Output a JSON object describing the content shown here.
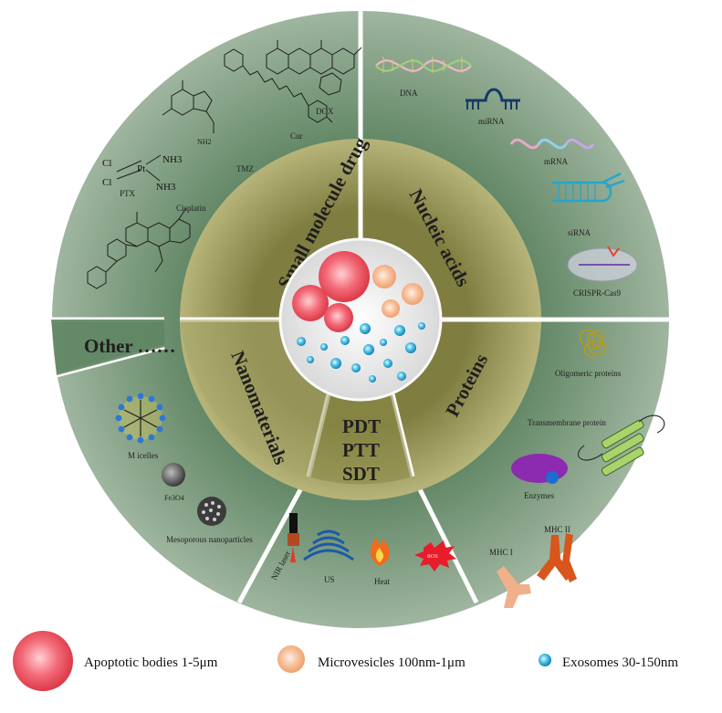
{
  "categories": {
    "small_molecule": "Small molecule drug",
    "nucleic_acids": "Nucleic acids",
    "proteins": "Proteins",
    "nanomaterials": "Nanomaterials",
    "other": "Other ……",
    "center_lines": [
      "PDT",
      "PTT",
      "SDT"
    ]
  },
  "small_molecule_items": {
    "dox": "DOX",
    "cur": "Cur",
    "tmz": "TMZ",
    "cisplatin": "Cisplatin",
    "ptx": "PTX",
    "pt": "Pt",
    "cl1": "Cl",
    "cl2": "Cl",
    "nh3a": "NH3",
    "nh3b": "NH3",
    "nh2": "NH2"
  },
  "nucleic_items": {
    "dna": "DNA",
    "mirna": "miRNA",
    "mrna": "mRNA",
    "sirna": "siRNA",
    "crispr": "CRISPR-Cas9"
  },
  "protein_items": {
    "oligomeric": "Oligomeric  proteins",
    "transmembrane": "Transmembrane protein",
    "enzymes": "Enzymes",
    "mhc2": "MHC II",
    "mhc1": "MHC I"
  },
  "nano_items": {
    "micelles": "M icelles",
    "fe3o4": "Fe3O4",
    "mesoporous": "Mesoporous nanoparticles"
  },
  "therapy_items": {
    "nir": "NIR laser",
    "us": "US",
    "heat": "Heat",
    "ros": "ROS"
  },
  "legend": [
    {
      "label": "Apoptotic bodies 1-5μm",
      "color": "#e83a4c"
    },
    {
      "label": "Microvesicles 100nm-1μm",
      "color": "#f4a87a"
    },
    {
      "label": "Exosomes 30-150nm",
      "color": "#2aa6d6"
    }
  ],
  "colors": {
    "outer_ring": "#6d8f6f",
    "inner_ring": "#8f8d52",
    "center": "#eeeeee"
  }
}
